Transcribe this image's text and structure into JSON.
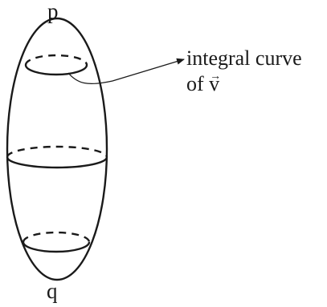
{
  "labels": {
    "top_point": "p",
    "bottom_point": "q",
    "annotation_line1": "integral curve",
    "annotation_line2_prefix": "of ",
    "annotation_vector": "v",
    "annotation_vector_arrow": "→"
  },
  "colors": {
    "stroke": "#1a1a1a",
    "background": "#ffffff"
  }
}
